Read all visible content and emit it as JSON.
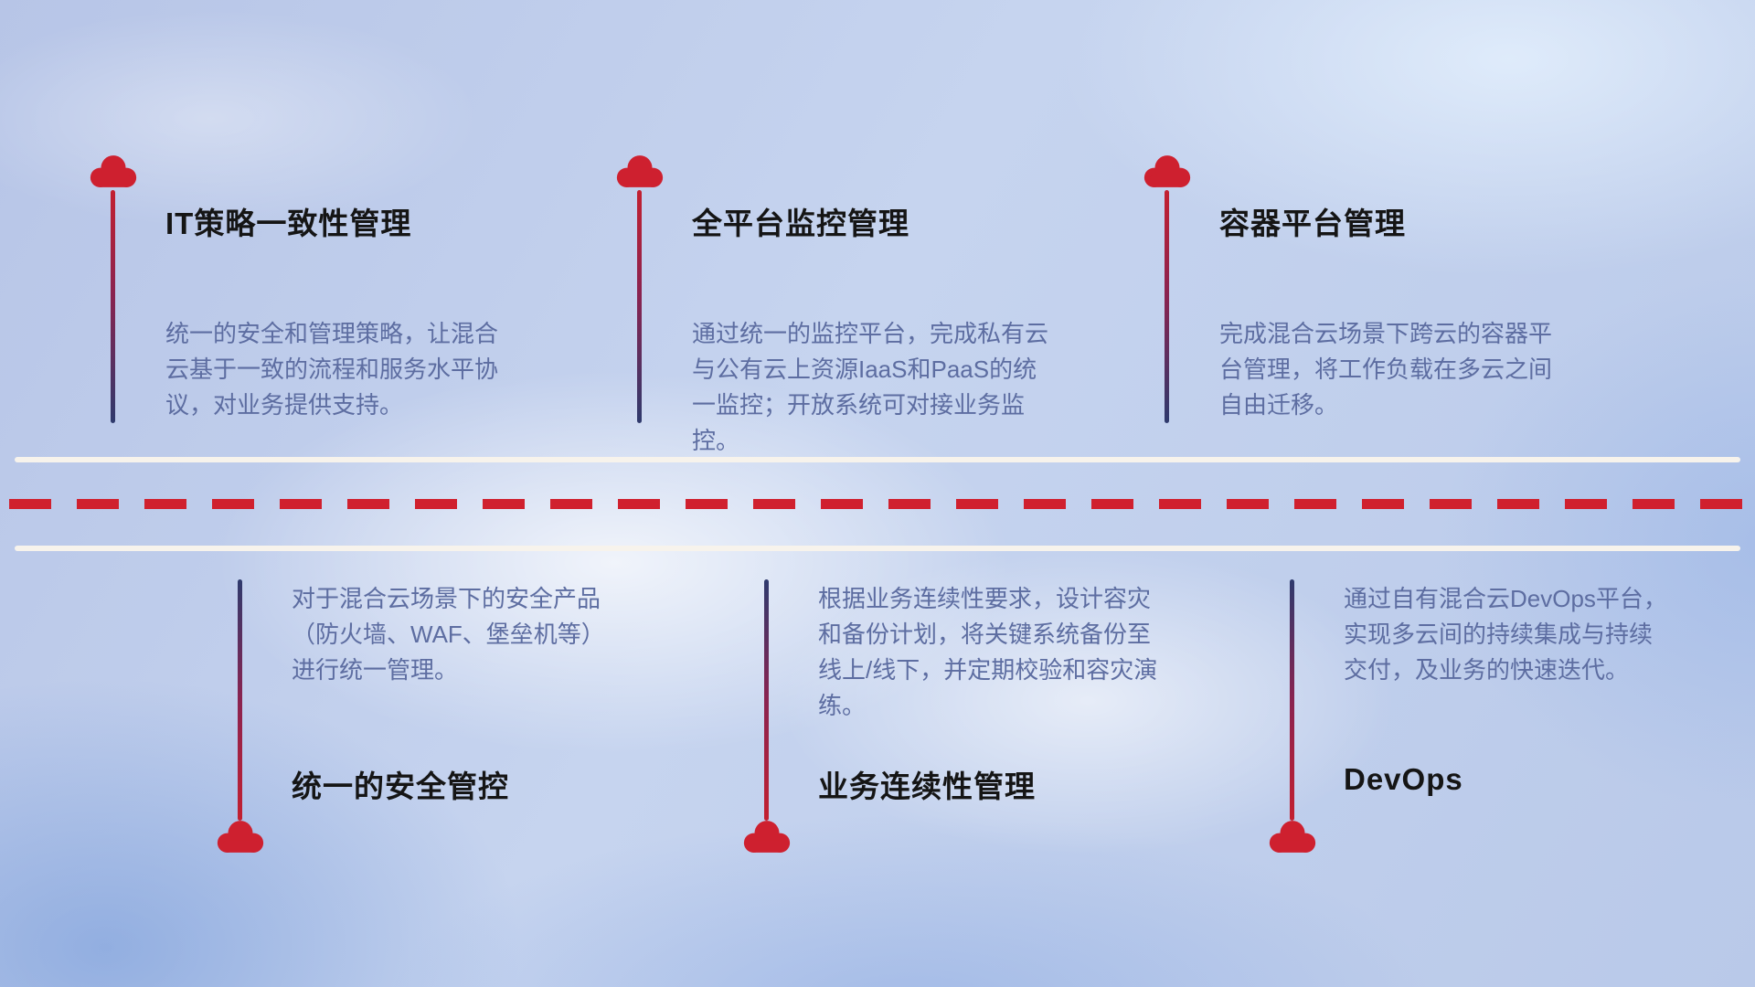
{
  "theme": {
    "cloud_red": "#ce202f",
    "line_red": "#c32030",
    "line_navy": "#2e3a6d",
    "title_color": "#151515",
    "desc_color": "#5d6da1",
    "road_white": "#f7f3ec",
    "road_dash_red": "#d0202e"
  },
  "top_items": [
    {
      "title": "IT策略一致性管理",
      "desc": "统一的安全和管理策略，让混合云基于一致的流程和服务水平协议，对业务提供支持。"
    },
    {
      "title": "全平台监控管理",
      "desc": "通过统一的监控平台，完成私有云与公有云上资源IaaS和PaaS的统一监控；开放系统可对接业务监控。"
    },
    {
      "title": "容器平台管理",
      "desc": "完成混合云场景下跨云的容器平台管理，将工作负载在多云之间自由迁移。"
    }
  ],
  "bottom_items": [
    {
      "title": "统一的安全管控",
      "desc": "对于混合云场景下的安全产品（防火墙、WAF、堡垒机等）进行统一管理。"
    },
    {
      "title": "业务连续性管理",
      "desc": "根据业务连续性要求，设计容灾和备份计划，将关键系统备份至线上/线下，并定期校验和容灾演练。"
    },
    {
      "title": "DevOps",
      "desc": "通过自有混合云DevOps平台，实现多云间的持续集成与持续交付，及业务的快速迭代。"
    }
  ]
}
